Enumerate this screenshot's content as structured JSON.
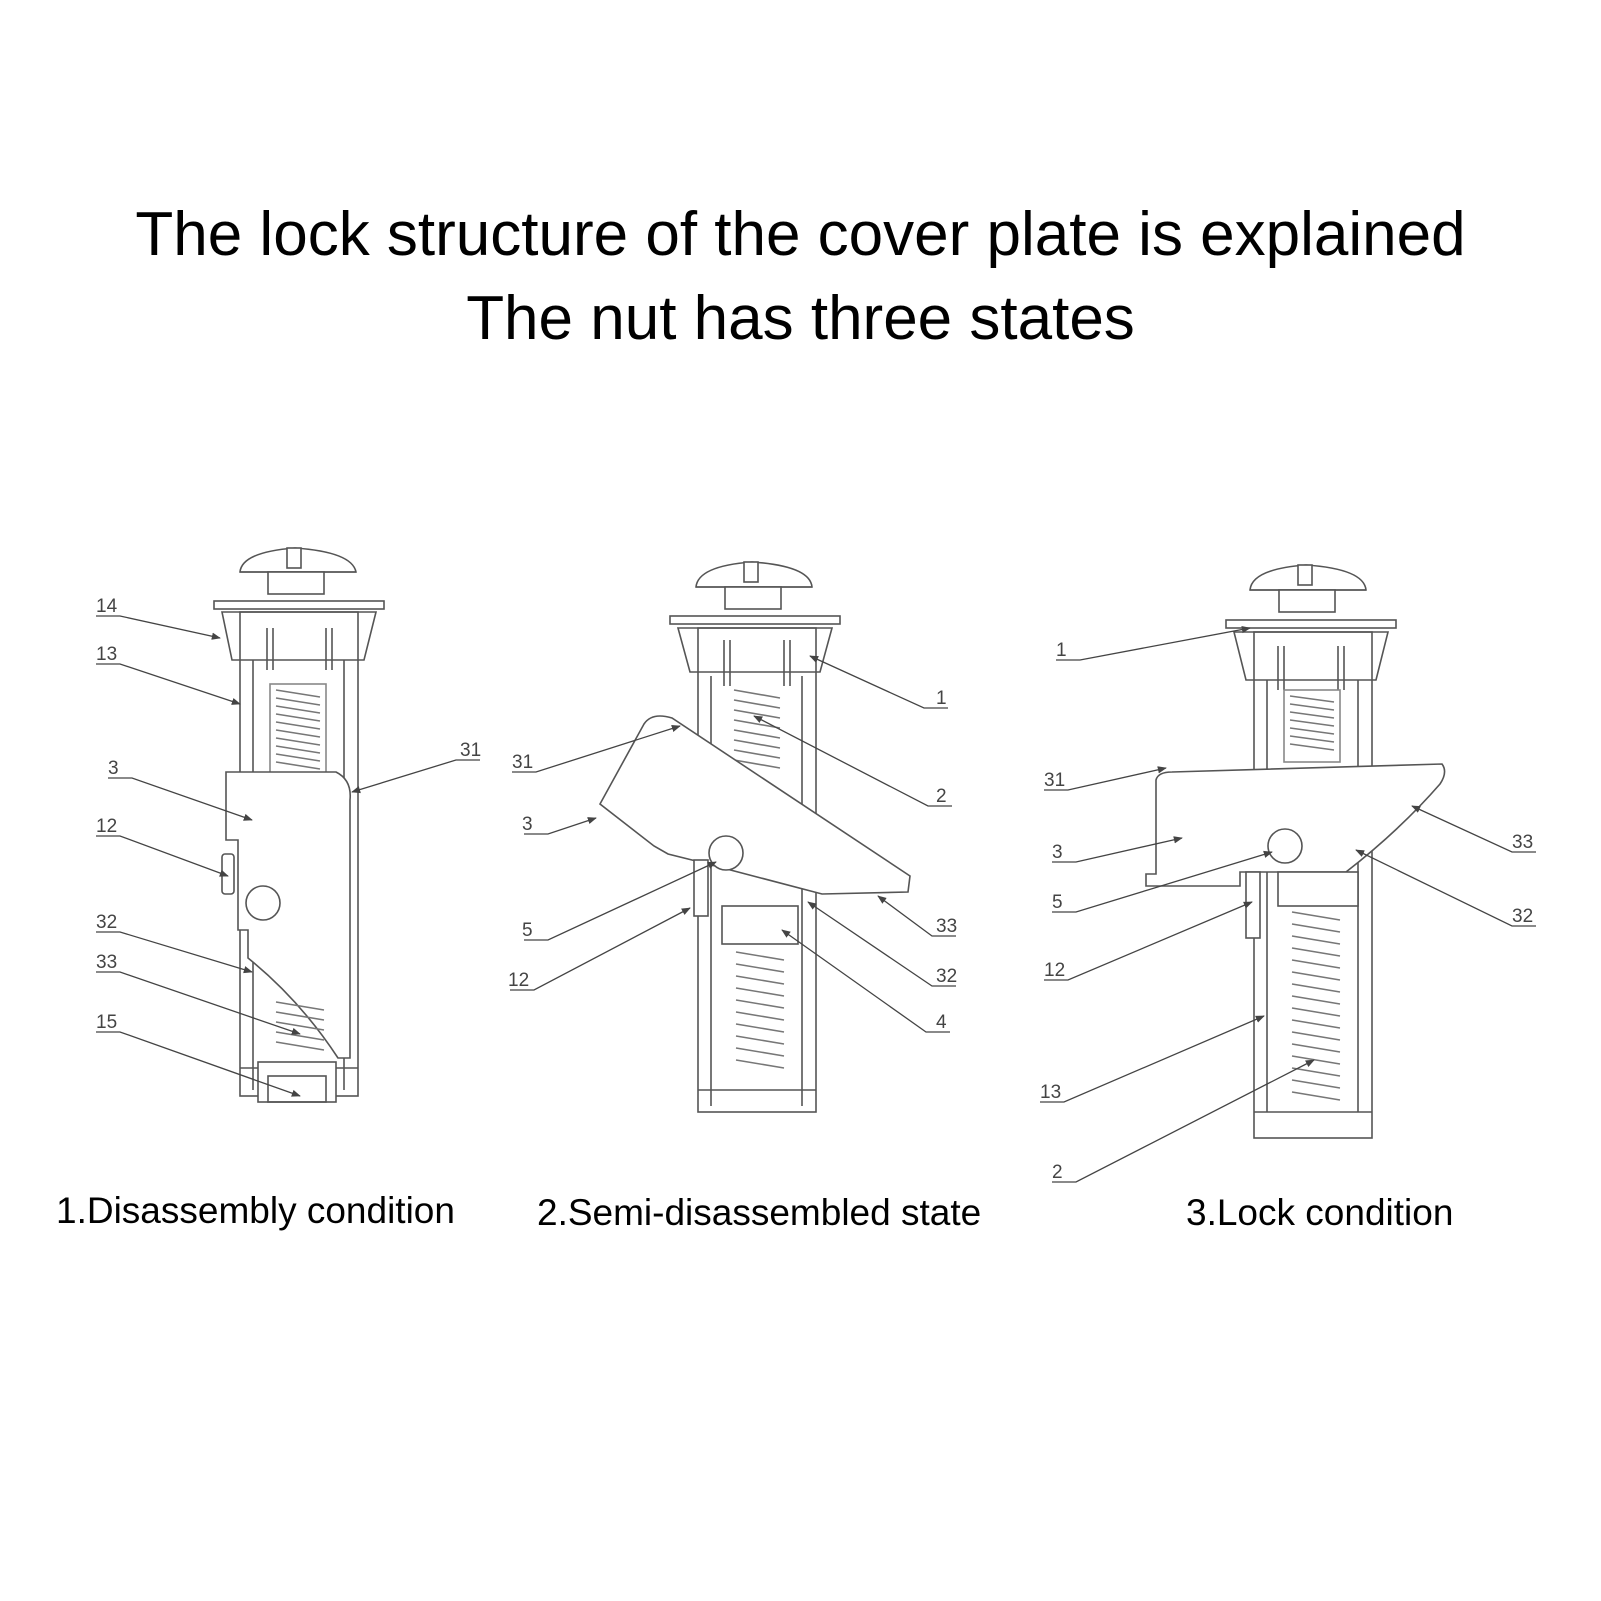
{
  "title_line1": "The lock structure of the cover plate is explained",
  "title_line2": "The nut has three states",
  "panels": [
    {
      "caption": "1.Disassembly condition",
      "callouts": [
        "14",
        "13",
        "3",
        "12",
        "32",
        "33",
        "15",
        "31"
      ]
    },
    {
      "caption": "2.Semi-disassembled state",
      "callouts": [
        "1",
        "2",
        "31",
        "3",
        "5",
        "12",
        "33",
        "32",
        "4"
      ]
    },
    {
      "caption": "3.Lock condition",
      "callouts": [
        "1",
        "31",
        "3",
        "5",
        "12",
        "13",
        "2",
        "33",
        "32"
      ]
    }
  ]
}
